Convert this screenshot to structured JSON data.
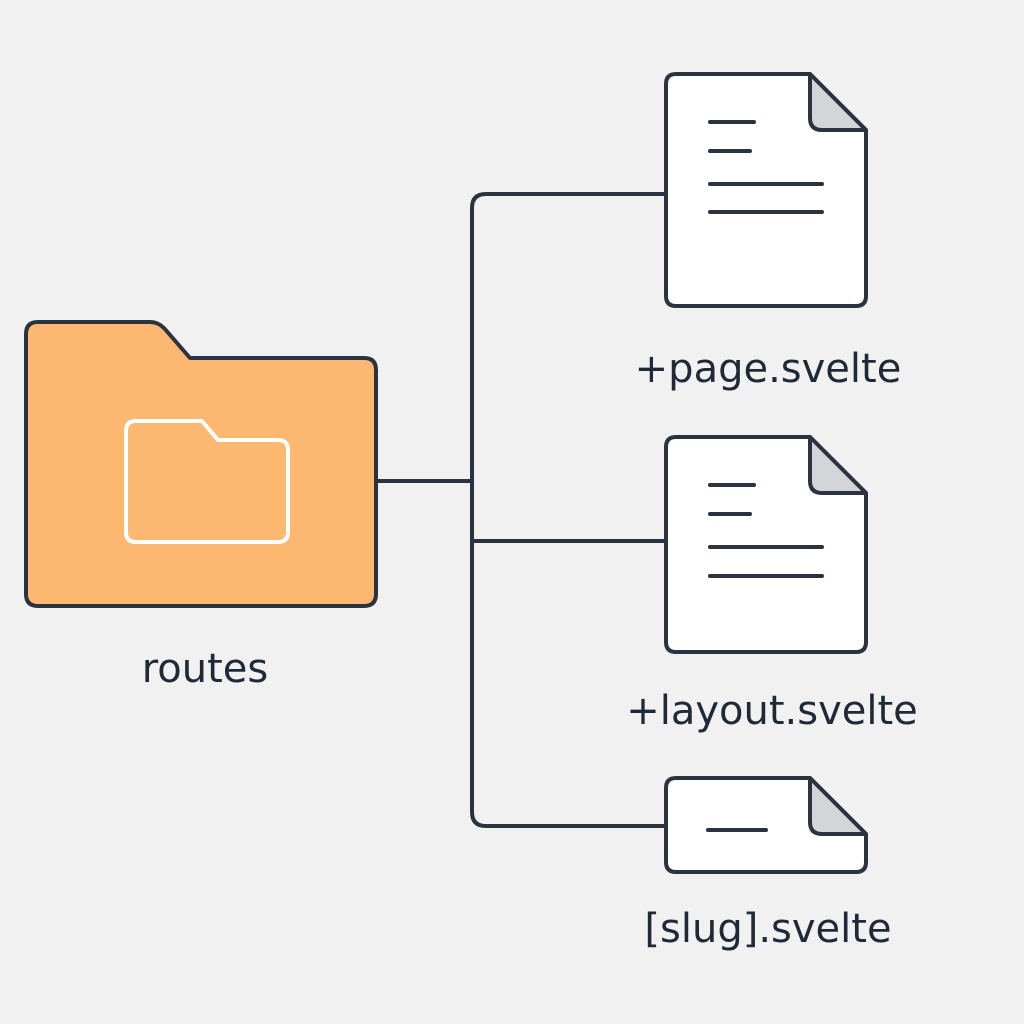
{
  "colors": {
    "background": "#f1f1f2",
    "folder_fill": "#fcb871",
    "stroke": "#2b3340",
    "file_fill": "#ffffff",
    "fold_fill": "#d4d5d8"
  },
  "folder": {
    "icon": "folder-icon",
    "label": "routes"
  },
  "files": [
    {
      "icon": "file-icon",
      "label": "+page.svelte"
    },
    {
      "icon": "file-icon",
      "label": "+layout.svelte"
    },
    {
      "icon": "file-icon",
      "label": "[slug].svelte"
    }
  ]
}
